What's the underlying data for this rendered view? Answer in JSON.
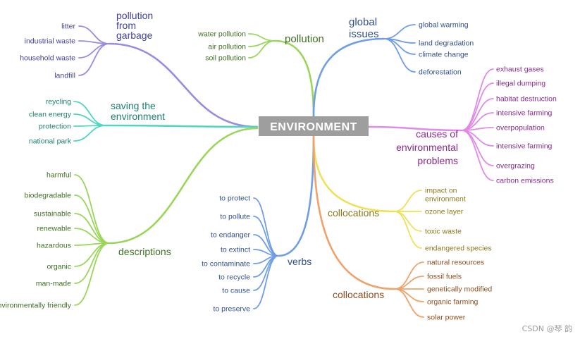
{
  "center": {
    "label": "ENVIRONMENT"
  },
  "watermark": "CSDN @琴 韵",
  "colors": {
    "purple": "#9b8be0",
    "teal": "#4fd6c0",
    "green": "#9ad65a",
    "blue": "#6f9ee6",
    "magenta": "#e08be8",
    "yellow": "#efe05a",
    "orange": "#f0a26a",
    "center_bg": "#9e9e9e"
  },
  "branches": [
    {
      "key": "garbage",
      "hub_lines": [
        "pollution",
        "from",
        "garbage"
      ],
      "color": "#9b8be0",
      "text_color": "#3f3f9e",
      "leaves": [
        "litter",
        "industrial waste",
        "household waste",
        "landfill"
      ]
    },
    {
      "key": "saving",
      "hub_lines": [
        "saving the",
        "environment"
      ],
      "color": "#4fd6c0",
      "text_color": "#1f7f70",
      "leaves": [
        "reycling",
        "clean energy",
        "protection",
        "national park"
      ]
    },
    {
      "key": "descriptions",
      "hub_lines": [
        "descriptions"
      ],
      "color": "#9ad65a",
      "text_color": "#3f6f23",
      "leaves": [
        "harmful",
        "biodegradable",
        "sustainable",
        "renewable",
        "hazardous",
        "organic",
        "man-made",
        "environmentally friendly"
      ]
    },
    {
      "key": "pollution",
      "hub_lines": [
        "pollution"
      ],
      "color": "#9ad65a",
      "text_color": "#3f6f23",
      "leaves": [
        "water pollution",
        "air pollution",
        "soil pollution"
      ]
    },
    {
      "key": "verbs",
      "hub_lines": [
        "verbs"
      ],
      "color": "#6f9ee6",
      "text_color": "#2f4f8f",
      "leaves": [
        "to protect",
        "to pollute",
        "to endanger",
        "to extinct",
        "to contaminate",
        "to recycle",
        "to cause",
        "to preserve"
      ]
    },
    {
      "key": "global",
      "hub_lines": [
        "global",
        "issues"
      ],
      "color": "#6f9ee6",
      "text_color": "#2f4f8f",
      "leaves": [
        "global warming",
        "land degradation",
        "climate change",
        "deforestation"
      ]
    },
    {
      "key": "causes",
      "hub_lines": [
        "causes of",
        "environmental",
        "problems"
      ],
      "color": "#e08be8",
      "text_color": "#8a2a8f",
      "leaves": [
        "exhaust gases",
        "illegal dumping",
        "habitat destruction",
        "intensive farming",
        "overpopulation",
        "intensive farming",
        "overgrazing",
        "carbon emissions"
      ]
    },
    {
      "key": "collocations1",
      "hub_lines": [
        "collocations"
      ],
      "color": "#efe05a",
      "text_color": "#8a7a1a",
      "leaves": [
        "impact on environment",
        "ozone layer",
        "toxic waste",
        "endangered species"
      ]
    },
    {
      "key": "collocations2",
      "hub_lines": [
        "collocations"
      ],
      "color": "#f0a26a",
      "text_color": "#8f4f1f",
      "leaves": [
        "natural resources",
        "fossil fuels",
        "genetically modified",
        "organic farming",
        "solar power"
      ]
    }
  ]
}
